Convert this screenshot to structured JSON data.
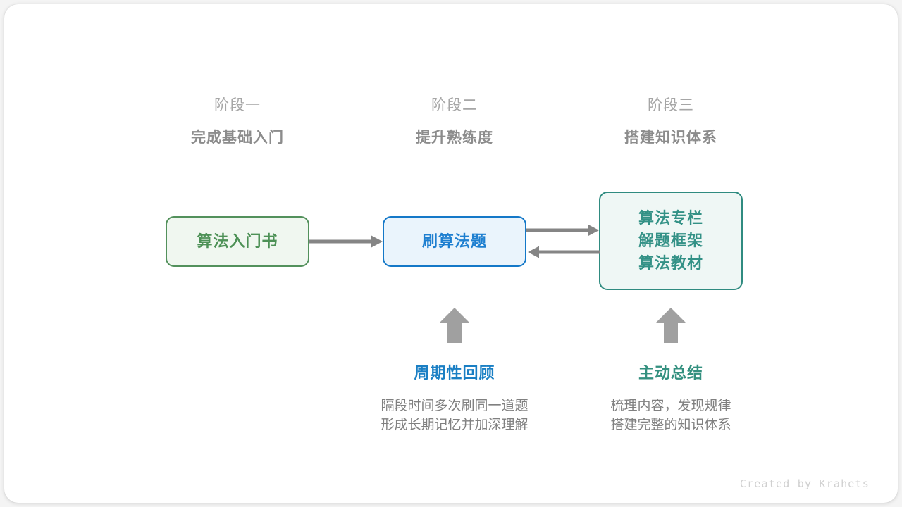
{
  "colors": {
    "green_border": "#53915c",
    "green_fill": "#f0f7f0",
    "green_text": "#4d9156",
    "blue_border": "#1478c8",
    "blue_fill": "#eaf4fc",
    "blue_text": "#1e7fd0",
    "teal_border": "#2f8b80",
    "teal_fill": "#eff7f5",
    "teal_text": "#339186",
    "arrow_gray": "#858585",
    "heading_gray": "#a6a6a6",
    "subheading_gray": "#8c8c8c",
    "body_gray": "#808080",
    "footer_gray": "#d0d0d0"
  },
  "stages": [
    {
      "kicker": "阶段一",
      "title": "完成基础入门"
    },
    {
      "kicker": "阶段二",
      "title": "提升熟练度"
    },
    {
      "kicker": "阶段三",
      "title": "搭建知识体系"
    }
  ],
  "nodes": [
    {
      "id": "node-intro-book",
      "lines": [
        "算法入门书"
      ],
      "style": "green"
    },
    {
      "id": "node-practice-problems",
      "lines": [
        "刷算法题"
      ],
      "style": "blue"
    },
    {
      "id": "node-knowledge-sources",
      "lines": [
        "算法专栏",
        "解题框架",
        "算法教材"
      ],
      "style": "teal"
    }
  ],
  "arrows": [
    {
      "id": "arrow-book-to-practice",
      "direction": "right"
    },
    {
      "id": "arrow-practice-to-sources",
      "direction": "right"
    },
    {
      "id": "arrow-sources-to-practice",
      "direction": "left"
    },
    {
      "id": "arrow-up-review",
      "direction": "up"
    },
    {
      "id": "arrow-up-summary",
      "direction": "up"
    }
  ],
  "notes": [
    {
      "id": "note-periodic-review",
      "title": "周期性回顾",
      "color": "blue",
      "body_lines": [
        "隔段时间多次刷同一道题",
        "形成长期记忆并加深理解"
      ]
    },
    {
      "id": "note-active-summary",
      "title": "主动总结",
      "color": "teal",
      "body_lines": [
        "梳理内容，发现规律",
        "搭建完整的知识体系"
      ]
    }
  ],
  "footer": {
    "credit": "Created by Krahets"
  }
}
